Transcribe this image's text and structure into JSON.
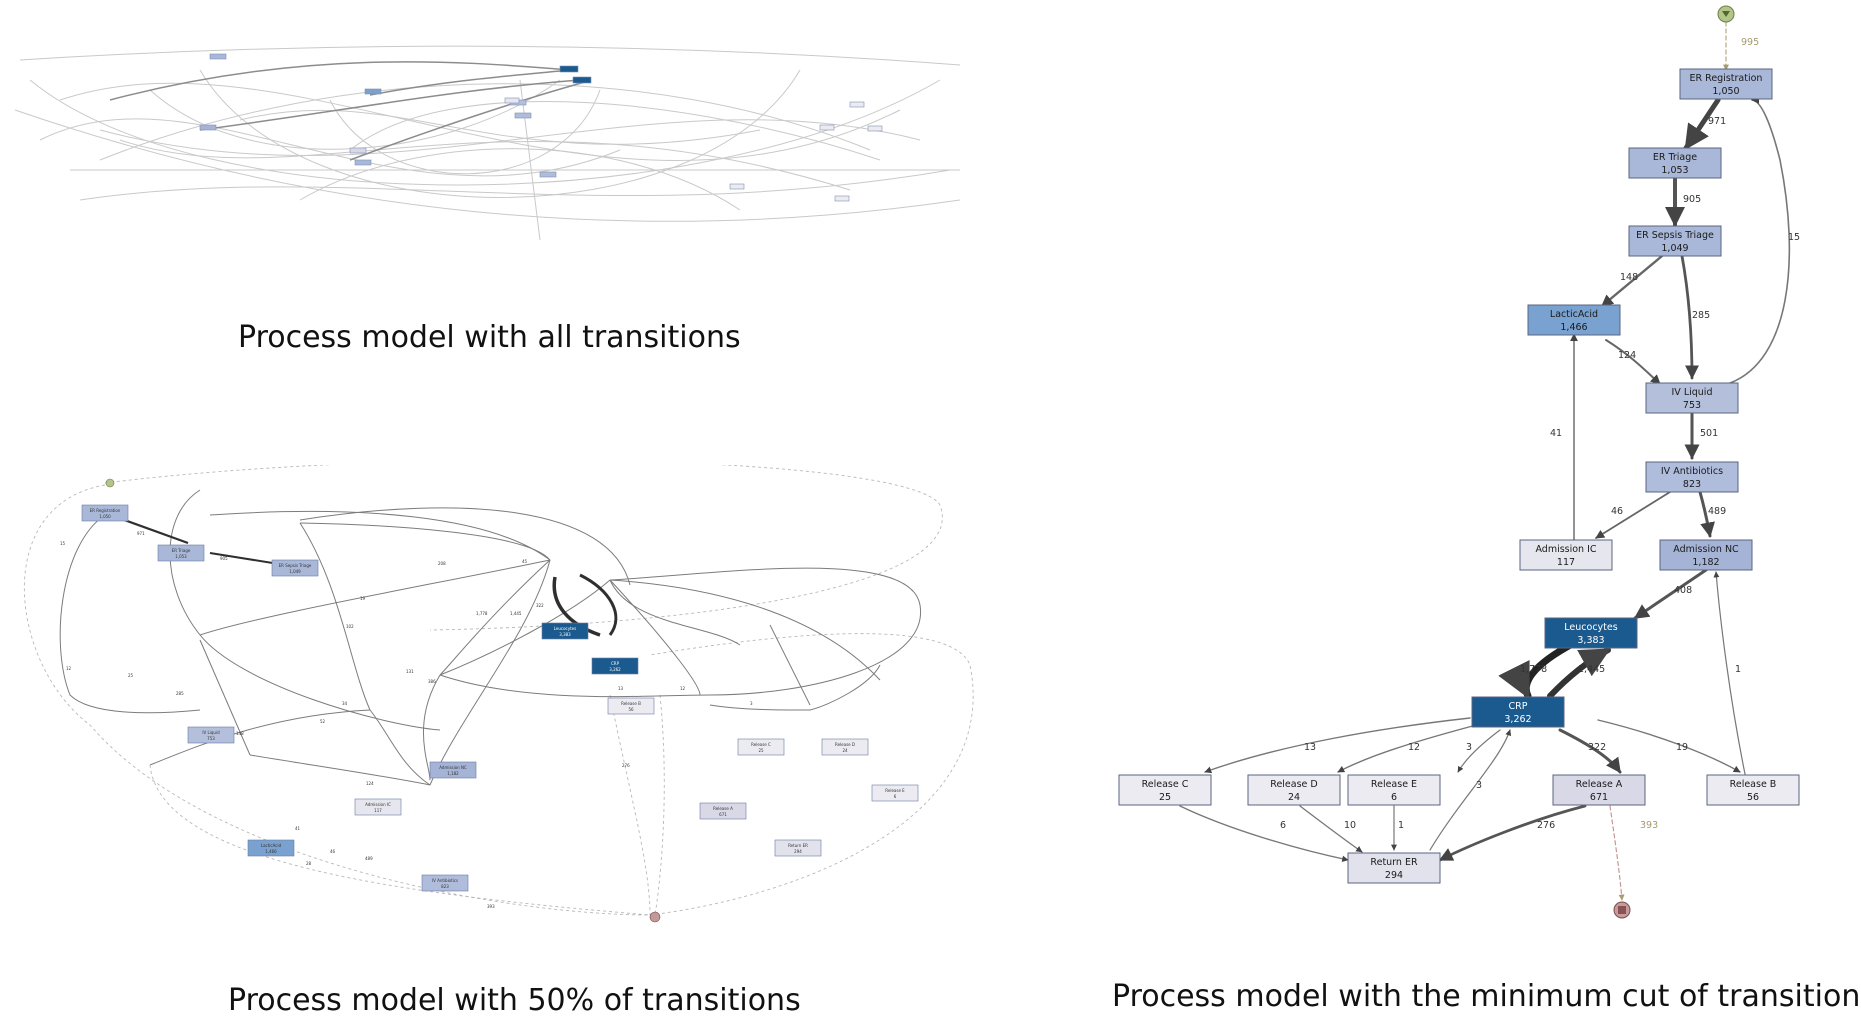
{
  "captions": {
    "all": "Process model with all transitions",
    "half": "Process model with 50% of transitions",
    "min": "Process model with the minimum cut of transitions"
  },
  "min_model": {
    "nodes": [
      {
        "id": "reg",
        "label": "ER Registration",
        "count": "1,050",
        "color": "#a9b8d8"
      },
      {
        "id": "triage",
        "label": "ER Triage",
        "count": "1,053",
        "color": "#a9b8d8"
      },
      {
        "id": "sepsis",
        "label": "ER Sepsis Triage",
        "count": "1,049",
        "color": "#a9b8d8"
      },
      {
        "id": "lactic",
        "label": "LacticAcid",
        "count": "1,466",
        "color": "#7aa2d0"
      },
      {
        "id": "ivliq",
        "label": "IV Liquid",
        "count": "753",
        "color": "#b4bfdc"
      },
      {
        "id": "ivant",
        "label": "IV Antibiotics",
        "count": "823",
        "color": "#b0bcdc"
      },
      {
        "id": "admic",
        "label": "Admission IC",
        "count": "117",
        "color": "#e6e6ee"
      },
      {
        "id": "admnc",
        "label": "Admission NC",
        "count": "1,182",
        "color": "#a5b4d6"
      },
      {
        "id": "leuco",
        "label": "Leucocytes",
        "count": "3,383",
        "color": "#1a5a8e"
      },
      {
        "id": "crp",
        "label": "CRP",
        "count": "3,262",
        "color": "#1a5a8e"
      },
      {
        "id": "relc",
        "label": "Release C",
        "count": "25",
        "color": "#ecebf2"
      },
      {
        "id": "reld",
        "label": "Release D",
        "count": "24",
        "color": "#ecebf2"
      },
      {
        "id": "rele",
        "label": "Release E",
        "count": "6",
        "color": "#ecebf2"
      },
      {
        "id": "rela",
        "label": "Release A",
        "count": "671",
        "color": "#d8d8e6"
      },
      {
        "id": "relb",
        "label": "Release B",
        "count": "56",
        "color": "#ecebf2"
      },
      {
        "id": "ret",
        "label": "Return ER",
        "count": "294",
        "color": "#e2e2ec"
      }
    ],
    "edges": [
      {
        "id": "start-reg",
        "label": "995"
      },
      {
        "id": "reg-triage",
        "label": "971"
      },
      {
        "id": "triage-sepsis",
        "label": "905"
      },
      {
        "id": "ivliq-reg",
        "label": "15"
      },
      {
        "id": "sepsis-lactic",
        "label": "148"
      },
      {
        "id": "sepsis-ivliq",
        "label": "285"
      },
      {
        "id": "lactic-ivliq",
        "label": "124"
      },
      {
        "id": "admic-lactic",
        "label": "41"
      },
      {
        "id": "ivliq-ivant",
        "label": "501"
      },
      {
        "id": "ivant-admic",
        "label": "46"
      },
      {
        "id": "ivant-admnc",
        "label": "489"
      },
      {
        "id": "admnc-leuco",
        "label": "408"
      },
      {
        "id": "leuco-crp",
        "label": "1,778"
      },
      {
        "id": "crp-leuco",
        "label": "1,445"
      },
      {
        "id": "relb-admnc",
        "label": "1"
      },
      {
        "id": "crp-relc",
        "label": "13"
      },
      {
        "id": "crp-reld",
        "label": "12"
      },
      {
        "id": "crp-rele",
        "label": "3"
      },
      {
        "id": "crp-rela",
        "label": "322"
      },
      {
        "id": "crp-relb",
        "label": "19"
      },
      {
        "id": "ret-crp",
        "label": "3"
      },
      {
        "id": "relc-ret",
        "label": "6"
      },
      {
        "id": "reld-ret",
        "label": "10"
      },
      {
        "id": "rele-ret",
        "label": "1"
      },
      {
        "id": "rela-ret",
        "label": "276"
      },
      {
        "id": "rela-end",
        "label": "393"
      }
    ]
  },
  "half_model": {
    "nodes": [
      {
        "id": "reg",
        "label": "ER Registration",
        "count": "1,050",
        "color": "#a9b8d8"
      },
      {
        "id": "triage",
        "label": "ER Triage",
        "count": "1,053",
        "color": "#a9b8d8"
      },
      {
        "id": "sepsis",
        "label": "ER Sepsis Triage",
        "count": "1,049",
        "color": "#a9b8d8"
      },
      {
        "id": "leuco",
        "label": "Leucocytes",
        "count": "3,383",
        "color": "#1a5a8e"
      },
      {
        "id": "crp",
        "label": "CRP",
        "count": "3,262",
        "color": "#1a5a8e"
      },
      {
        "id": "ivliq",
        "label": "IV Liquid",
        "count": "753",
        "color": "#b4bfdc"
      },
      {
        "id": "relb",
        "label": "Release B",
        "count": "56",
        "color": "#ecebf2"
      },
      {
        "id": "admnc",
        "label": "Admission NC",
        "count": "1,182",
        "color": "#a5b4d6"
      },
      {
        "id": "relc",
        "label": "Release C",
        "count": "25",
        "color": "#ecebf2"
      },
      {
        "id": "reld",
        "label": "Release D",
        "count": "24",
        "color": "#ecebf2"
      },
      {
        "id": "rele",
        "label": "Release E",
        "count": "6",
        "color": "#ecebf2"
      },
      {
        "id": "admic",
        "label": "Admission IC",
        "count": "117",
        "color": "#e6e6ee"
      },
      {
        "id": "rela",
        "label": "Release A",
        "count": "671",
        "color": "#d8d8e6"
      },
      {
        "id": "ret",
        "label": "Return ER",
        "count": "294",
        "color": "#e2e2ec"
      },
      {
        "id": "lactic",
        "label": "LacticAcid",
        "count": "1,466",
        "color": "#7aa2d0"
      },
      {
        "id": "ivant",
        "label": "IV Antibiotics",
        "count": "823",
        "color": "#b0bcdc"
      }
    ],
    "edge_labels": [
      "971",
      "905",
      "15",
      "12",
      "25",
      "285",
      "148",
      "208",
      "45",
      "1,778",
      "1,445",
      "322",
      "102",
      "13",
      "12",
      "3",
      "19",
      "386",
      "131",
      "34",
      "52",
      "276",
      "41",
      "124",
      "28",
      "489",
      "46",
      "393"
    ]
  }
}
